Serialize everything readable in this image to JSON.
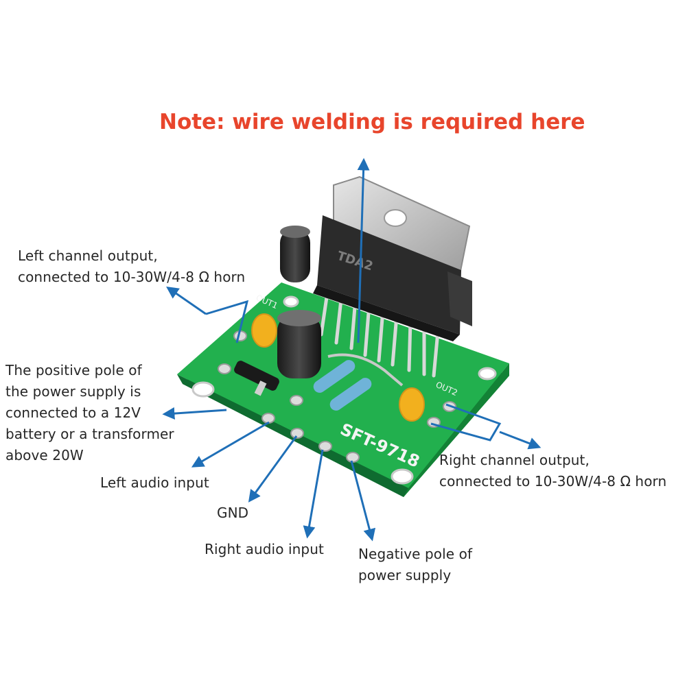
{
  "note": "Note: wire welding is required here",
  "labels": {
    "left_output": [
      "Left channel output,",
      "connected to 10-30W/4-8 Ω horn"
    ],
    "positive_pole": [
      "The positive pole of",
      "the power supply is",
      "connected to a 12V",
      "battery or a transformer",
      "above 20W"
    ],
    "left_audio": "Left audio input",
    "gnd": "GND",
    "right_audio": "Right audio input",
    "negative_pole": [
      "Negative pole of",
      "power supply"
    ],
    "right_output": [
      "Right channel output,",
      "connected to 10-30W/4-8 Ω horn"
    ]
  },
  "board": {
    "model": "SFT-9718",
    "chip": "TDA2"
  },
  "colors": {
    "note": "#e8452c",
    "arrow": "#1f6fb7",
    "pcb": "#1fa84a",
    "text": "#262626"
  }
}
